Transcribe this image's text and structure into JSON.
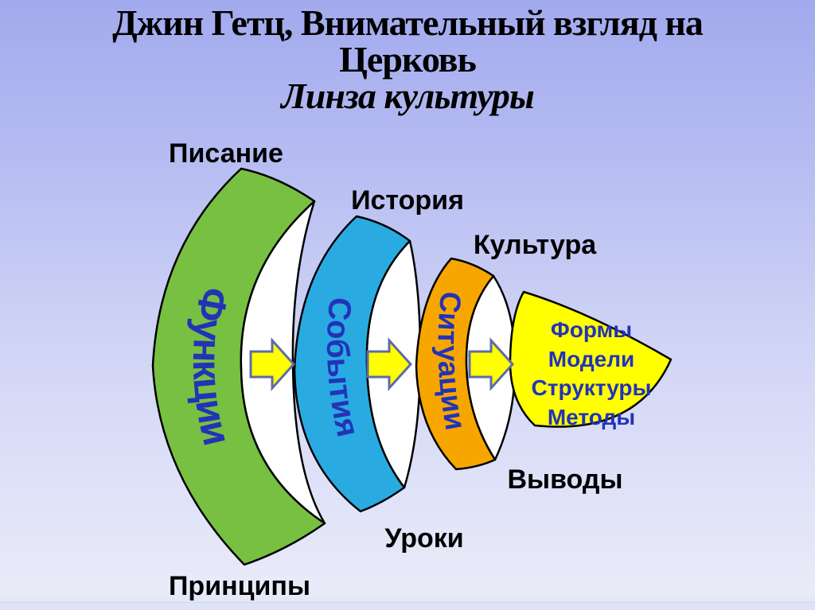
{
  "slide": {
    "title": {
      "line1": "Джин Гетц, Внимательный взгляд на",
      "line2": "Церковь",
      "subtitle": "Линза культуры"
    },
    "labels": {
      "scripture": "Писание",
      "history": "История",
      "culture": "Культура",
      "conclusions": "Выводы",
      "lessons": "Уроки",
      "principles": "Принципы"
    },
    "lenses": [
      {
        "label": "Функции",
        "color": "#77C042"
      },
      {
        "label": "События",
        "color": "#29ABE2"
      },
      {
        "label": "Ситуации",
        "color": "#F7A600"
      }
    ],
    "cone": {
      "color": "#FFFF00",
      "lines": [
        "Формы",
        "Модели",
        "Структуры",
        "Методы"
      ]
    },
    "colors": {
      "background_top": "#A2AAEE",
      "background_bottom": "#E9EBF9",
      "lens_text": "#2333B8",
      "label_text": "#000000",
      "title_text": "#000000",
      "white_side": "#FFFFFF",
      "outline": "#000000",
      "arrow_fill": "#FFFF00",
      "arrow_outline": "#5E6BA8"
    }
  }
}
